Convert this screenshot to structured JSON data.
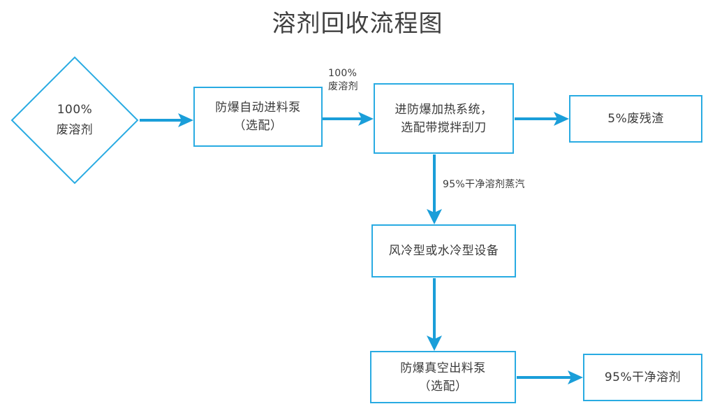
{
  "title": "溶剂回收流程图",
  "colors": {
    "stroke": "#29abe2",
    "arrow": "#1a9ed9",
    "text": "#3a3a3a",
    "title": "#404040",
    "background": "#ffffff"
  },
  "nodes": {
    "waste_solvent": {
      "shape": "diamond",
      "line1": "100%",
      "line2": "废溶剂"
    },
    "feed_pump": {
      "shape": "rect",
      "line1": "防爆自动进料泵",
      "line2": "（选配）"
    },
    "heating": {
      "shape": "rect",
      "line1": "进防爆加热系统，",
      "line2": "选配带搅拌刮刀"
    },
    "residue": {
      "shape": "rect",
      "line1": "5%废残渣"
    },
    "condenser": {
      "shape": "rect",
      "line1": "风冷型或水冷型设备"
    },
    "vacuum_pump": {
      "shape": "rect",
      "line1": "防爆真空出料泵",
      "line2": "（选配）"
    },
    "clean_solvent": {
      "shape": "rect",
      "line1": "95%干净溶剂"
    }
  },
  "edges": [
    {
      "name": "waste-to-feed-pump",
      "from": "waste_solvent",
      "to": "feed_pump",
      "direction": "right",
      "label": ""
    },
    {
      "name": "feed-pump-to-heating",
      "from": "feed_pump",
      "to": "heating",
      "direction": "right",
      "label_line1": "100%",
      "label_line2": "废溶剂"
    },
    {
      "name": "heating-to-residue",
      "from": "heating",
      "to": "residue",
      "direction": "right",
      "label": ""
    },
    {
      "name": "heating-to-condenser",
      "from": "heating",
      "to": "condenser",
      "direction": "down",
      "label": "95%干净溶剂蒸汽"
    },
    {
      "name": "condenser-to-vacuum-pump",
      "from": "condenser",
      "to": "vacuum_pump",
      "direction": "down",
      "label": ""
    },
    {
      "name": "vacuum-pump-to-clean-solvent",
      "from": "vacuum_pump",
      "to": "clean_solvent",
      "direction": "right",
      "label": ""
    }
  ],
  "edge_labels": {
    "feed_line1": "100%",
    "feed_line2": "废溶剂",
    "vapor": "95%干净溶剂蒸汽"
  },
  "chart_data": {
    "type": "flowchart",
    "title": "溶剂回收流程图",
    "nodes": [
      {
        "id": "waste_solvent",
        "label": "100% 废溶剂",
        "shape": "diamond"
      },
      {
        "id": "feed_pump",
        "label": "防爆自动进料泵（选配）",
        "shape": "rect"
      },
      {
        "id": "heating",
        "label": "进防爆加热系统，选配带搅拌刮刀",
        "shape": "rect"
      },
      {
        "id": "residue",
        "label": "5%废残渣",
        "shape": "rect"
      },
      {
        "id": "condenser",
        "label": "风冷型或水冷型设备",
        "shape": "rect"
      },
      {
        "id": "vacuum_pump",
        "label": "防爆真空出料泵（选配）",
        "shape": "rect"
      },
      {
        "id": "clean_solvent",
        "label": "95%干净溶剂",
        "shape": "rect"
      }
    ],
    "links": [
      {
        "source": "waste_solvent",
        "target": "feed_pump",
        "label": ""
      },
      {
        "source": "feed_pump",
        "target": "heating",
        "label": "100% 废溶剂"
      },
      {
        "source": "heating",
        "target": "residue",
        "label": ""
      },
      {
        "source": "heating",
        "target": "condenser",
        "label": "95%干净溶剂蒸汽"
      },
      {
        "source": "condenser",
        "target": "vacuum_pump",
        "label": ""
      },
      {
        "source": "vacuum_pump",
        "target": "clean_solvent",
        "label": ""
      }
    ]
  }
}
